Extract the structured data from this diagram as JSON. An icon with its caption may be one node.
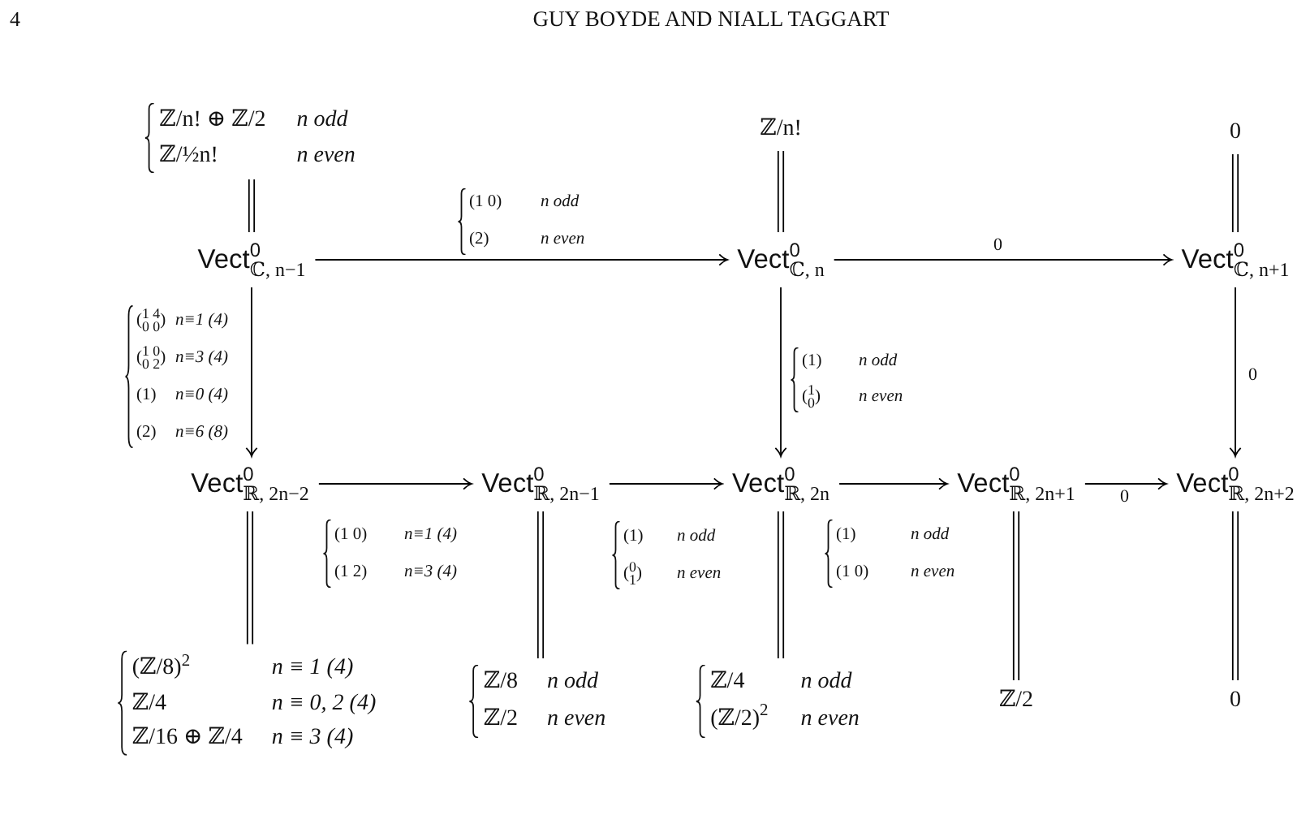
{
  "diagram": {
    "nodes": [
      {
        "text": [
          "ℤ/n! ⊕ ℤ/2",
          "n odd",
          "ℤ/½n!",
          "n even"
        ]
      },
      {
        "text": [
          "ℤ/n!"
        ]
      },
      {
        "text": [
          "0"
        ]
      },
      {
        "text": [
          "Vect$^{0}$$_{ℂ, n−1}$"
        ]
      },
      {
        "text": [
          "Vect$^{0}$$_{ℂ, n}$"
        ]
      },
      {
        "text": [
          "Vect$^{0}$$_{ℂ, n+1}$"
        ]
      },
      {
        "text": [
          "Vect$^{0}$$_{ℝ, 2n−2}$"
        ]
      },
      {
        "text": [
          "Vect$^{0}$$_{ℝ, 2n−1}$"
        ]
      },
      {
        "text": [
          "Vect$^{0}$$_{ℝ, 2n}$"
        ]
      },
      {
        "text": [
          "Vect$^{0}$$_{ℝ, 2n+1}$"
        ]
      },
      {
        "text": [
          "Vect$^{0}$$_{ℝ, 2n+2}$"
        ]
      },
      {
        "text": [
          "(ℤ/8)$^{2}$",
          "n ≡ 1 (4)",
          "ℤ/4",
          "n ≡ 0, 2 (4)",
          "ℤ/16 ⊕ ℤ/4",
          "n ≡ 3 (4)"
        ]
      },
      {
        "text": [
          "ℤ/8",
          "n odd",
          "ℤ/2",
          "n even"
        ]
      },
      {
        "text": [
          "ℤ/4",
          "n odd",
          "(ℤ/2)$^{2}$",
          "n even"
        ]
      },
      {
        "text": [
          "ℤ/2"
        ]
      },
      {
        "text": [
          "0"
        ]
      }
    ],
    "edges": [
      {
        "from": 0,
        "to": 3,
        "arrow": "none"
      },
      {
        "from": 1,
        "to": 4,
        "arrow": "none"
      },
      {
        "from": 2,
        "to": 5,
        "arrow": "none"
      },
      {
        "from": 3,
        "to": 4,
        "arrow": "to",
        "label": "(1 0) *n odd* (2) *n even*"
      },
      {
        "from": 4,
        "to": 5,
        "arrow": "to",
        "label": "0"
      },
      {
        "from": 3,
        "to": 6,
        "arrow": "to",
        "label": "($^{1 4}$$_{0 0}$) *n≡1 (4)* ($^{1 0}$$_{0 2}$) *n≡3 (4)* (1) *n≡0 (4)* (2) *n≡6 (8)*"
      },
      {
        "from": 4,
        "to": 8,
        "arrow": "to",
        "label": "(1) *n odd* ($^{1}$$_{0}$) *n even*"
      },
      {
        "from": 5,
        "to": 10,
        "arrow": "to",
        "label": "0"
      },
      {
        "from": 6,
        "to": 7,
        "arrow": "to",
        "label": "(1 0) *n≡1 (4)* (1 2) *n≡3 (4)*"
      },
      {
        "from": 7,
        "to": 8,
        "arrow": "to",
        "label": "(1) *n odd* ($^{0}$$_{1}$) *n even*"
      },
      {
        "from": 8,
        "to": 9,
        "arrow": "to",
        "label": "(1) *n odd* (1 0) *n even*"
      },
      {
        "from": 9,
        "to": 10,
        "arrow": "to",
        "label": "0"
      },
      {
        "from": 6,
        "to": 11,
        "arrow": "none"
      },
      {
        "from": 7,
        "to": 12,
        "arrow": "none"
      },
      {
        "from": 8,
        "to": 13,
        "arrow": "none"
      },
      {
        "from": 9,
        "to": 14,
        "arrow": "none"
      },
      {
        "from": 10,
        "to": 15,
        "arrow": "none"
      }
    ],
    "labels": [
      "4",
      "GUY BOYDE AND NIALL TAGGART"
    ]
  }
}
